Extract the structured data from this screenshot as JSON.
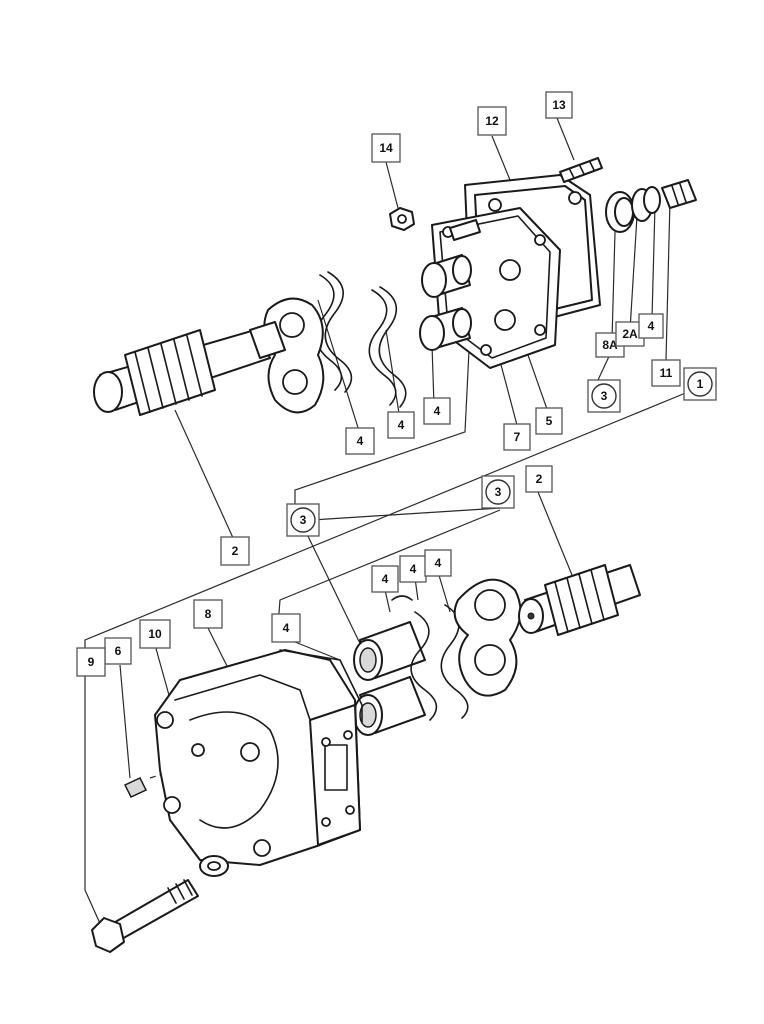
{
  "callouts": [
    {
      "id": "c13",
      "label": "13",
      "shape": "box"
    },
    {
      "id": "c12",
      "label": "12",
      "shape": "box"
    },
    {
      "id": "c14",
      "label": "14",
      "shape": "box"
    },
    {
      "id": "c8A",
      "label": "8A",
      "shape": "box"
    },
    {
      "id": "c2A",
      "label": "2A",
      "shape": "box"
    },
    {
      "id": "c4a",
      "label": "4",
      "shape": "box"
    },
    {
      "id": "c11",
      "label": "11",
      "shape": "box"
    },
    {
      "id": "c1",
      "label": "1",
      "shape": "circle"
    },
    {
      "id": "c3a",
      "label": "3",
      "shape": "circle"
    },
    {
      "id": "c4b",
      "label": "4",
      "shape": "box"
    },
    {
      "id": "c4c",
      "label": "4",
      "shape": "box"
    },
    {
      "id": "c4d",
      "label": "4",
      "shape": "box"
    },
    {
      "id": "c7",
      "label": "7",
      "shape": "box"
    },
    {
      "id": "c5",
      "label": "5",
      "shape": "box"
    },
    {
      "id": "c2a",
      "label": "2",
      "shape": "box"
    },
    {
      "id": "c3b",
      "label": "3",
      "shape": "circle"
    },
    {
      "id": "c3c",
      "label": "3",
      "shape": "circle"
    },
    {
      "id": "c2b",
      "label": "2",
      "shape": "box"
    },
    {
      "id": "c4e",
      "label": "4",
      "shape": "box"
    },
    {
      "id": "c4f",
      "label": "4",
      "shape": "box"
    },
    {
      "id": "c4g",
      "label": "4",
      "shape": "box"
    },
    {
      "id": "c4h",
      "label": "4",
      "shape": "box"
    },
    {
      "id": "c8",
      "label": "8",
      "shape": "box"
    },
    {
      "id": "c10",
      "label": "10",
      "shape": "box"
    },
    {
      "id": "c6",
      "label": "6",
      "shape": "box"
    },
    {
      "id": "c9",
      "label": "9",
      "shape": "box"
    }
  ]
}
